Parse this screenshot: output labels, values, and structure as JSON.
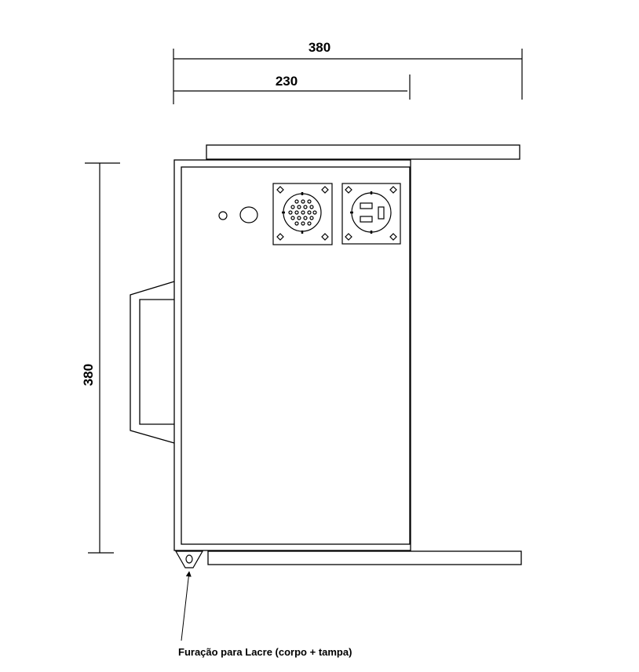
{
  "dimensions": {
    "overall_width": "380",
    "partial_width": "230",
    "overall_height": "380"
  },
  "annotation": {
    "seal_hole_label": "Furação para Lacre (corpo + tampa)"
  },
  "colors": {
    "line": "#000000",
    "background": "#ffffff"
  }
}
